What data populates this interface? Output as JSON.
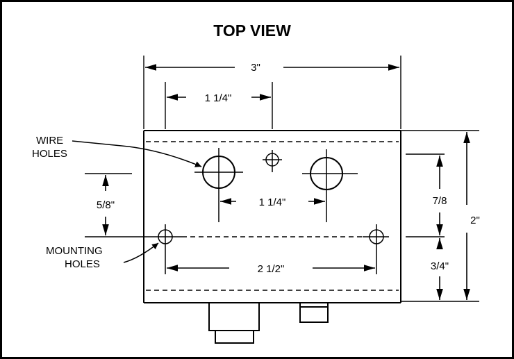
{
  "title": "TOP VIEW",
  "dimensions": {
    "overall_width": "3\"",
    "hole_offset_top": "1 1/4\"",
    "wire_hole_spacing": "1 1/4\"",
    "mounting_hole_spacing": "2 1/2\"",
    "wire_to_mount_vertical": "5/8\"",
    "upper_right_height": "7/8",
    "overall_height": "2\"",
    "lower_right_height": "3/4\""
  },
  "callouts": {
    "wire_holes": [
      "WIRE",
      "HOLES"
    ],
    "mounting_holes": [
      "MOUNTING",
      "HOLES"
    ]
  },
  "colors": {
    "line": "#000000",
    "background": "#ffffff"
  }
}
